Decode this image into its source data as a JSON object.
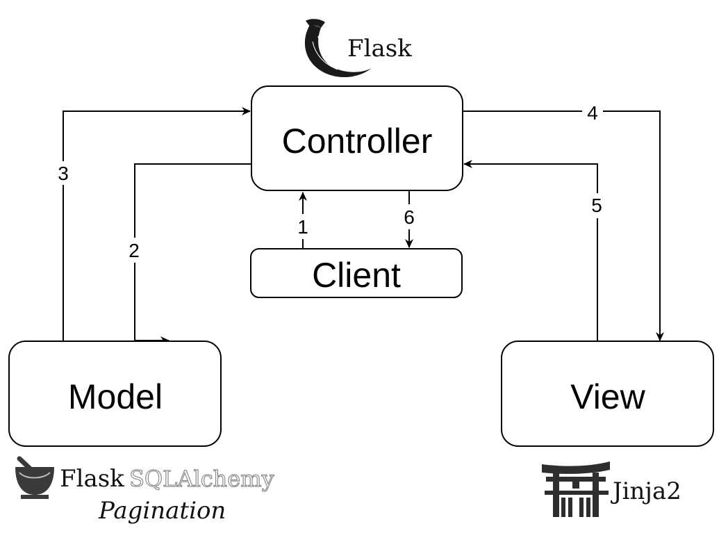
{
  "nodes": {
    "controller": "Controller",
    "client": "Client",
    "model": "Model",
    "view": "View"
  },
  "edges": {
    "e1": "1",
    "e2": "2",
    "e3": "3",
    "e4": "4",
    "e5": "5",
    "e6": "6"
  },
  "logos": {
    "flask": {
      "name": "Flask",
      "icon": "flask-horn-icon"
    },
    "sqlalchemy": {
      "name1": "Flask",
      "name2": "SQLAlchemy",
      "sub": "Pagination",
      "icon": "mortar-pestle-icon"
    },
    "jinja": {
      "name": "Jinja2",
      "icon": "torii-gate-icon"
    }
  },
  "colors": {
    "stroke": "#000000",
    "background": "#ffffff"
  }
}
